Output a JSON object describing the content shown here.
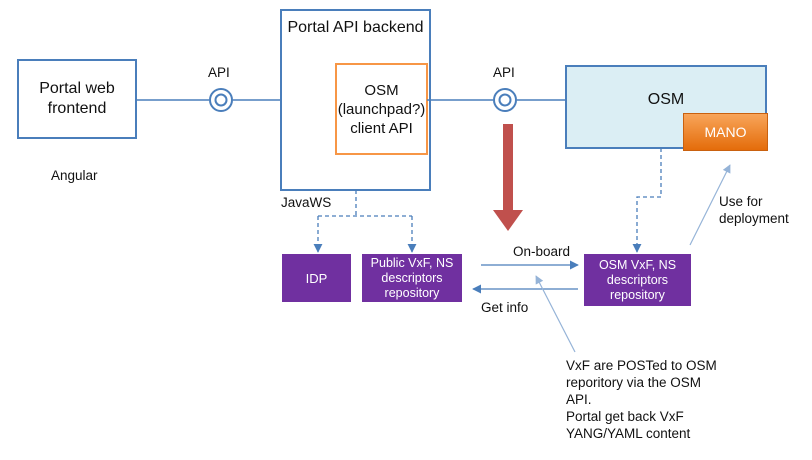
{
  "nodes": {
    "portal_web_frontend": "Portal web\nfrontend",
    "portal_api_backend": "Portal API backend",
    "osm_client_api": "OSM\n(launchpad?)\nclient API",
    "osm": "OSM",
    "mano": "MANO",
    "idp": "IDP",
    "public_repo": "Public VxF, NS\ndescriptors\nrepository",
    "osm_repo": "OSM VxF, NS\ndescriptors\nrepository"
  },
  "labels": {
    "api_left": "API",
    "api_right": "API",
    "angular": "Angular",
    "javaws": "JavaWS",
    "on_board": "On-board",
    "get_info": "Get info",
    "use_for_deployment": "Use for\ndeployment",
    "note": "VxF are POSTed to OSM\nreporitory via the OSM\nAPI.\nPortal get back VxF\nYANG/YAML content"
  },
  "colors": {
    "blue_border": "#4a7ebb",
    "osm_fill": "#dbeef4",
    "orange": "#f79646",
    "mano_fill": "#e46c0a",
    "purple": "#7030a0",
    "red_arrow": "#c0504d"
  }
}
